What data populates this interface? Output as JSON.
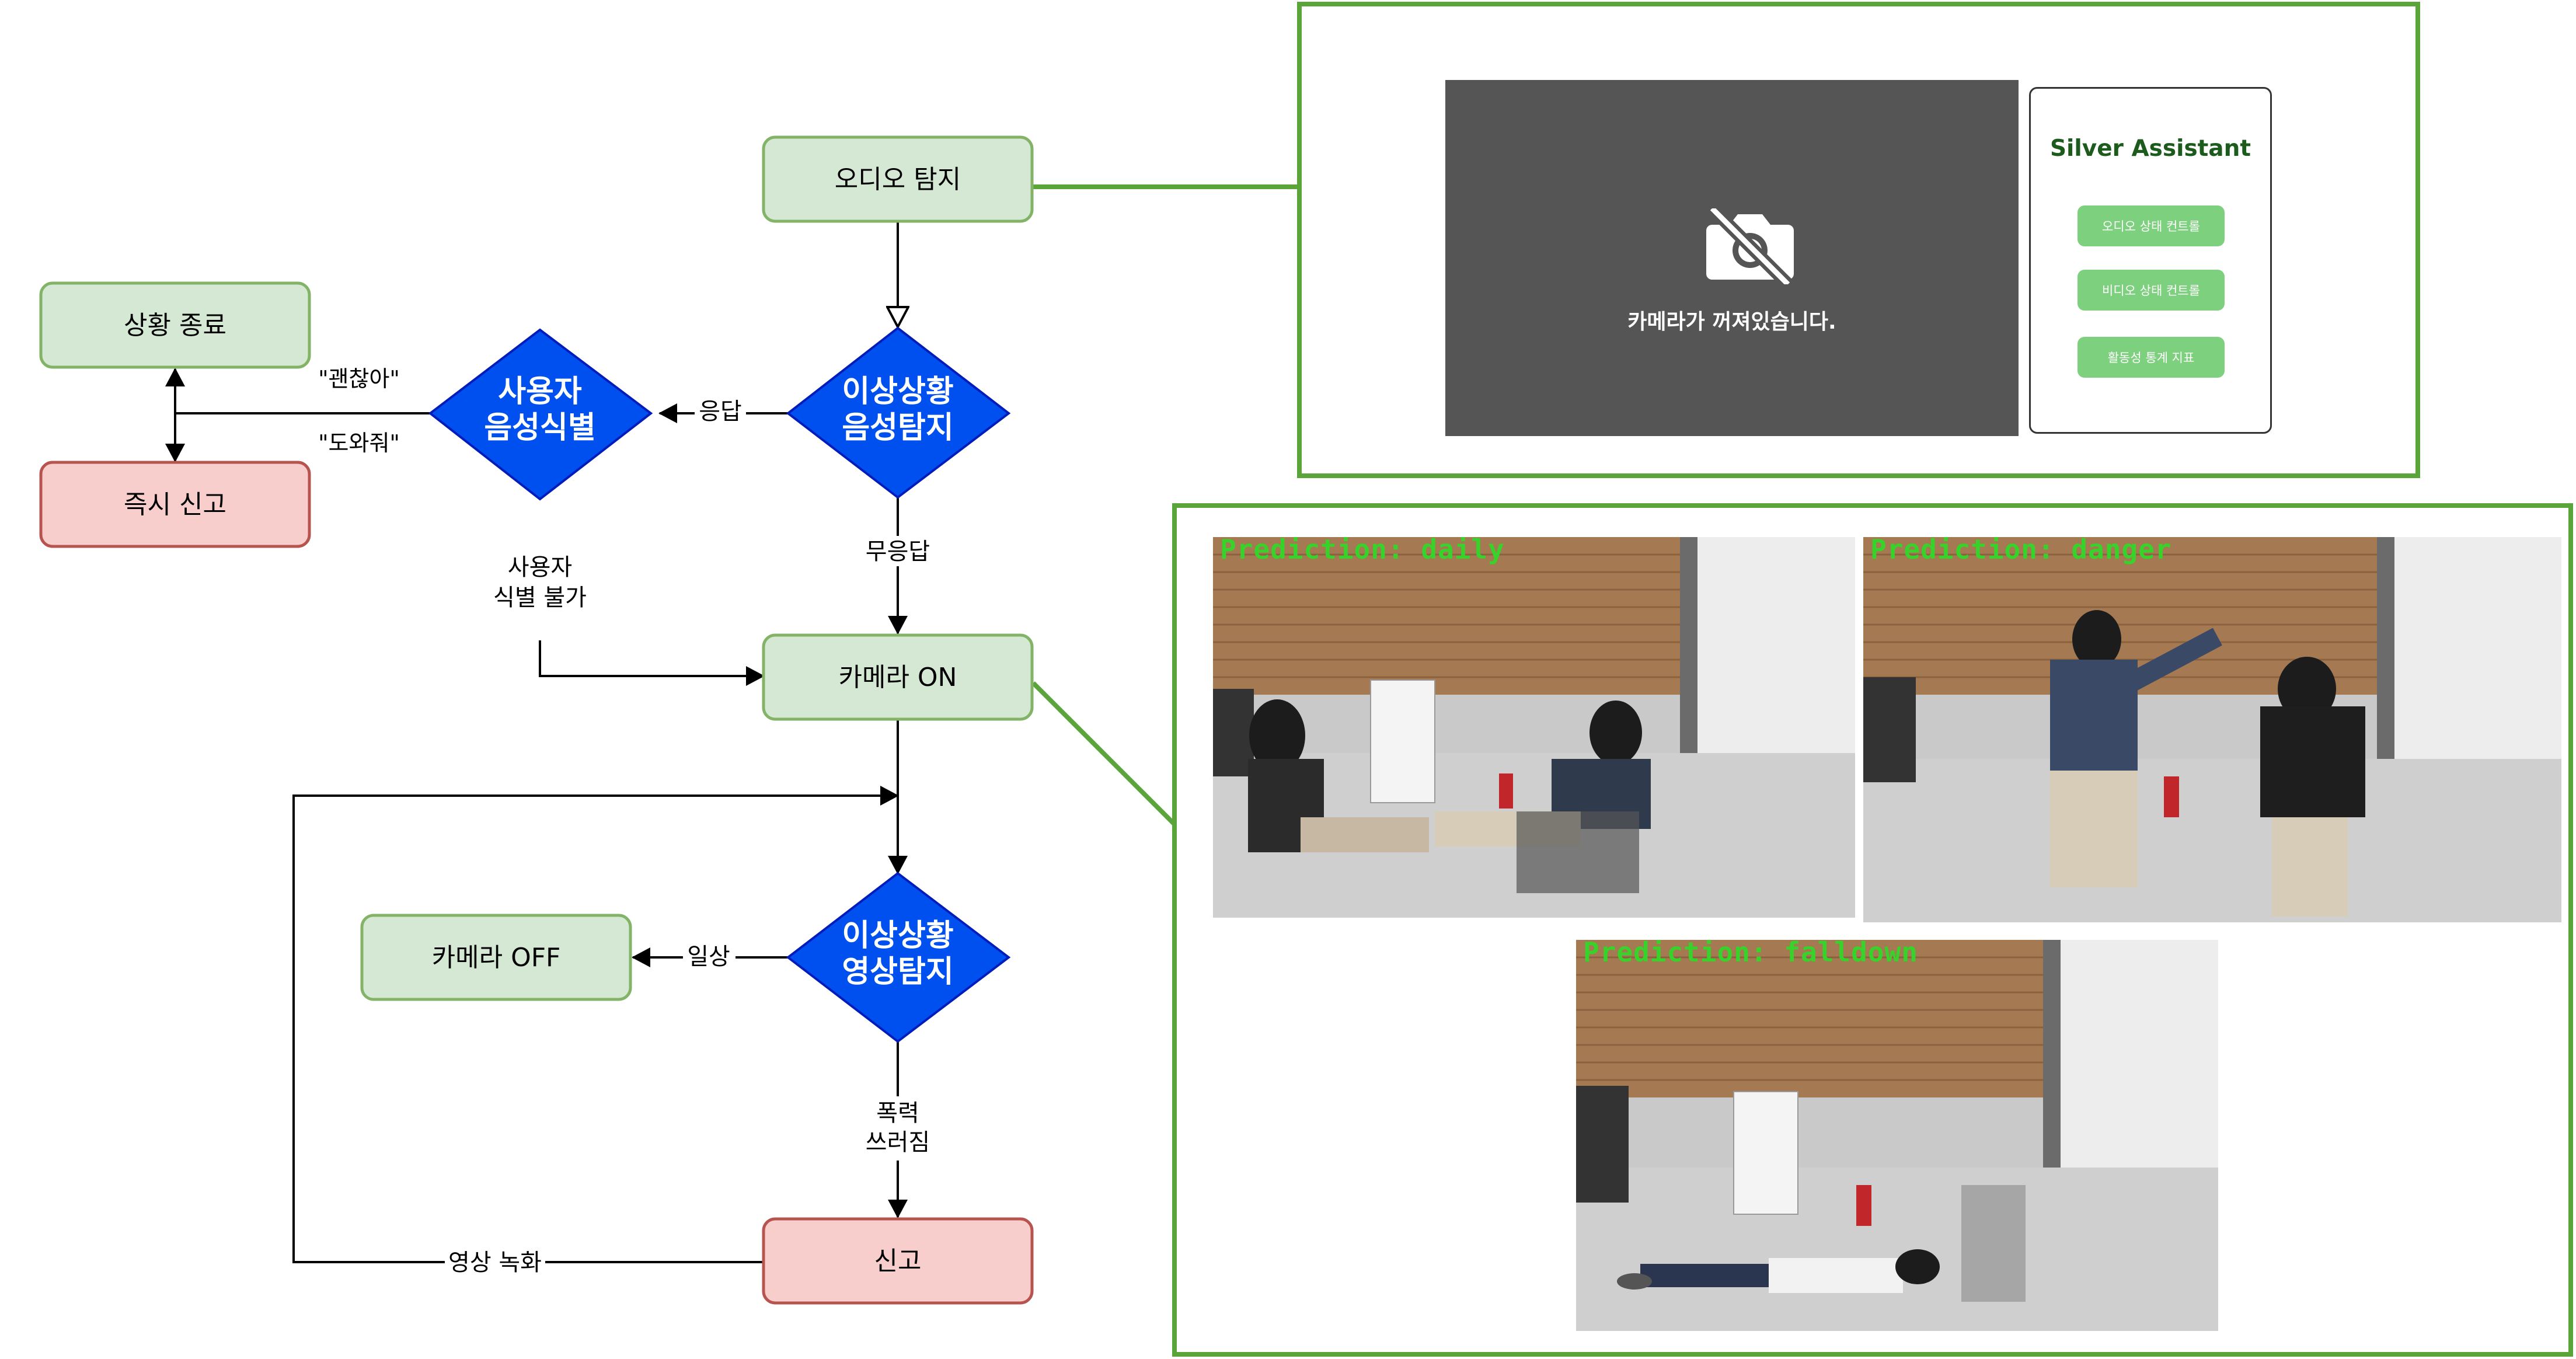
{
  "colors": {
    "green_fill": "#d5e8d4",
    "green_stroke": "#82b366",
    "red_fill": "#f8cecc",
    "red_stroke": "#b85450",
    "blue_diamond": "#0050ef",
    "panel_border": "#5aa53a",
    "prediction_text": "#37d22a",
    "sidebar_button": "#7dd07d"
  },
  "flow": {
    "audio_detect": "오디오 탐지",
    "anomaly_audio": [
      "이상상황",
      "음성탐지"
    ],
    "user_voice_id": [
      "사용자",
      "음성식별"
    ],
    "situation_end": "상황 종료",
    "immediate_report": "즉시 신고",
    "camera_on": "카메라 ON",
    "anomaly_video": [
      "이상상황",
      "영상탐지"
    ],
    "camera_off": "카메라 OFF",
    "report": "신고",
    "edges": {
      "response": "응답",
      "no_response": "무응답",
      "okay": "\"괜찮아\"",
      "help": "\"도와줘\"",
      "unidentified": [
        "사용자",
        "식별 불가"
      ],
      "daily": "일상",
      "violence_fall": [
        "폭력",
        "쓰러짐"
      ],
      "record": "영상 녹화"
    }
  },
  "app_ui": {
    "camera_status": "카메라가 꺼져있습니다.",
    "camera_icon": "camera-off-icon",
    "sidebar_title": "Silver Assistant",
    "buttons": [
      "오디오 상태 컨트롤",
      "비디오 상태 컨트롤",
      "활동성 통계 지표"
    ]
  },
  "predictions": [
    {
      "label": "Prediction:  daily"
    },
    {
      "label": "Prediction:  danger"
    },
    {
      "label": "Prediction:  falldown"
    }
  ]
}
